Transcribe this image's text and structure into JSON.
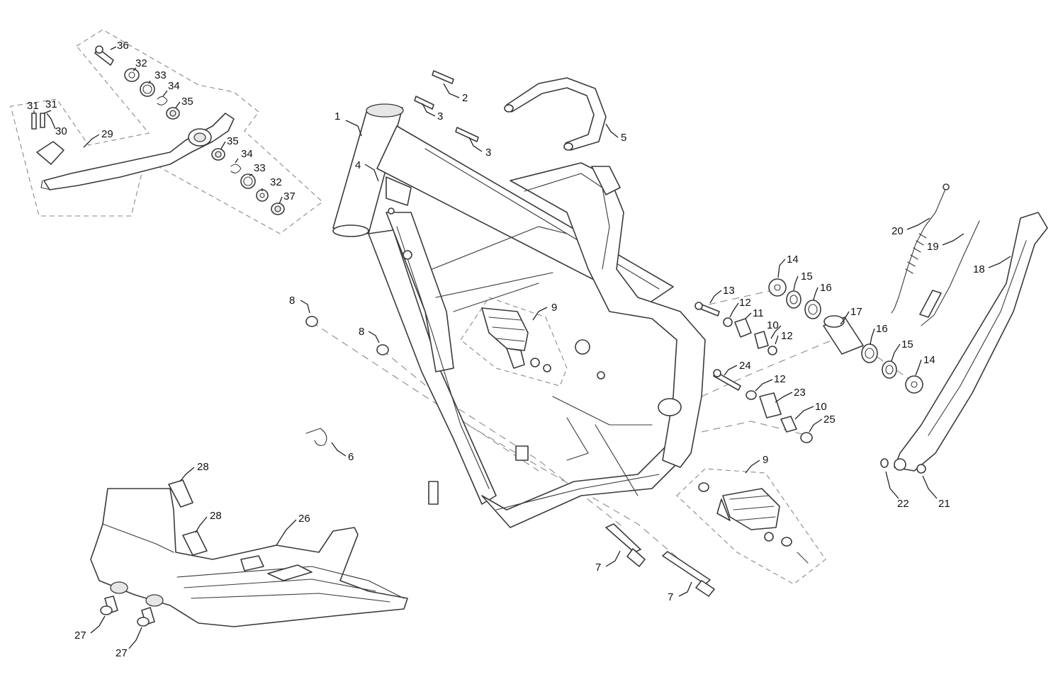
{
  "diagram": {
    "part_numbers": [
      "1",
      "2",
      "3",
      "4",
      "5",
      "6",
      "7",
      "8",
      "9",
      "10",
      "11",
      "12",
      "13",
      "14",
      "15",
      "16",
      "17",
      "18",
      "19",
      "20",
      "21",
      "22",
      "23",
      "24",
      "25",
      "26",
      "27",
      "28",
      "29",
      "30",
      "31",
      "32",
      "33",
      "34",
      "35",
      "36",
      "37"
    ],
    "callouts": [
      {
        "id": "c1",
        "label": "1"
      },
      {
        "id": "c2",
        "label": "2"
      },
      {
        "id": "c3a",
        "label": "3"
      },
      {
        "id": "c3b",
        "label": "3"
      },
      {
        "id": "c4",
        "label": "4"
      },
      {
        "id": "c5",
        "label": "5"
      },
      {
        "id": "c6",
        "label": "6"
      },
      {
        "id": "c7a",
        "label": "7"
      },
      {
        "id": "c7b",
        "label": "7"
      },
      {
        "id": "c8a",
        "label": "8"
      },
      {
        "id": "c8b",
        "label": "8"
      },
      {
        "id": "c9a",
        "label": "9"
      },
      {
        "id": "c9b",
        "label": "9"
      },
      {
        "id": "c10a",
        "label": "10"
      },
      {
        "id": "c10b",
        "label": "10"
      },
      {
        "id": "c11",
        "label": "11"
      },
      {
        "id": "c12a",
        "label": "12"
      },
      {
        "id": "c12b",
        "label": "12"
      },
      {
        "id": "c12c",
        "label": "12"
      },
      {
        "id": "c13",
        "label": "13"
      },
      {
        "id": "c14a",
        "label": "14"
      },
      {
        "id": "c14b",
        "label": "14"
      },
      {
        "id": "c15a",
        "label": "15"
      },
      {
        "id": "c15b",
        "label": "15"
      },
      {
        "id": "c16a",
        "label": "16"
      },
      {
        "id": "c16b",
        "label": "16"
      },
      {
        "id": "c17",
        "label": "17"
      },
      {
        "id": "c18",
        "label": "18"
      },
      {
        "id": "c19",
        "label": "19"
      },
      {
        "id": "c20",
        "label": "20"
      },
      {
        "id": "c21",
        "label": "21"
      },
      {
        "id": "c22",
        "label": "22"
      },
      {
        "id": "c23",
        "label": "23"
      },
      {
        "id": "c24",
        "label": "24"
      },
      {
        "id": "c25",
        "label": "25"
      },
      {
        "id": "c26",
        "label": "26"
      },
      {
        "id": "c27a",
        "label": "27"
      },
      {
        "id": "c27b",
        "label": "27"
      },
      {
        "id": "c28a",
        "label": "28"
      },
      {
        "id": "c28b",
        "label": "28"
      },
      {
        "id": "c29",
        "label": "29"
      },
      {
        "id": "c30",
        "label": "30"
      },
      {
        "id": "c31a",
        "label": "31"
      },
      {
        "id": "c31b",
        "label": "31"
      },
      {
        "id": "c32a",
        "label": "32"
      },
      {
        "id": "c32b",
        "label": "32"
      },
      {
        "id": "c33a",
        "label": "33"
      },
      {
        "id": "c33b",
        "label": "33"
      },
      {
        "id": "c34a",
        "label": "34"
      },
      {
        "id": "c34b",
        "label": "34"
      },
      {
        "id": "c35a",
        "label": "35"
      },
      {
        "id": "c35b",
        "label": "35"
      },
      {
        "id": "c36",
        "label": "36"
      },
      {
        "id": "c37",
        "label": "37"
      }
    ]
  },
  "colors": {
    "line": "#3a3a3a",
    "dash": "#8a8a8a",
    "text": "#111111",
    "background": "#ffffff"
  }
}
